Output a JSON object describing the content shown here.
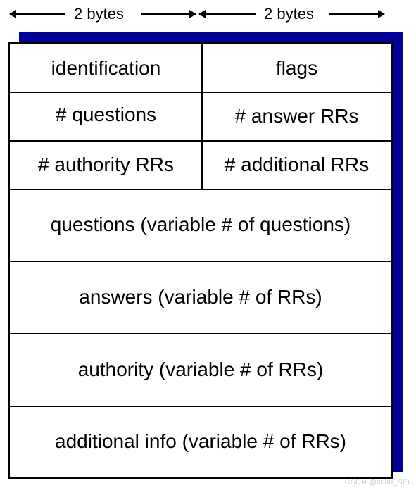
{
  "header": {
    "left_label": "2 bytes",
    "right_label": "2 bytes"
  },
  "rows": {
    "identification": "identification",
    "flags": "flags",
    "questions_count": "# questions",
    "answer_rrs_count": "# answer RRs",
    "authority_rrs_count": "# authority RRs",
    "additional_rrs_count": "# additional RRs",
    "questions": "questions (variable # of questions)",
    "answers": "answers (variable # of RRs)",
    "authority": "authority (variable # of RRs)",
    "additional_info": "additional info (variable # of RRs)"
  },
  "colors": {
    "shadow": "#000099",
    "border": "#000000"
  },
  "watermark": "CSDN @cuiIu_SEU"
}
